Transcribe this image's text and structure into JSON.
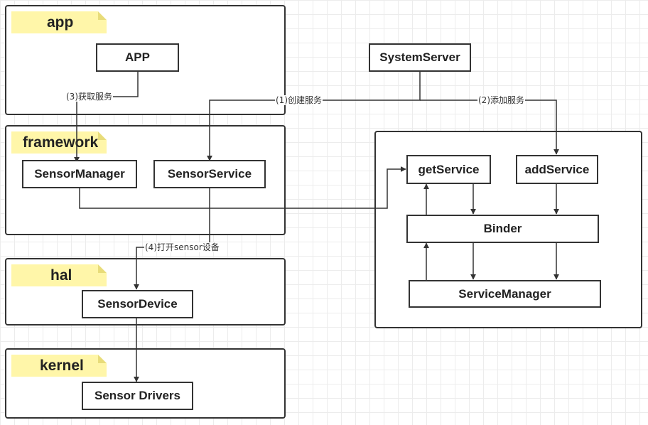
{
  "layers": {
    "app": "app",
    "framework": "framework",
    "hal": "hal",
    "kernel": "kernel"
  },
  "nodes": {
    "app": "APP",
    "system_server": "SystemServer",
    "sensor_manager": "SensorManager",
    "sensor_service": "SensorService",
    "sensor_device": "SensorDevice",
    "sensor_drivers": "Sensor Drivers",
    "get_service": "getService",
    "add_service": "addService",
    "binder": "Binder",
    "service_manager": "ServiceManager"
  },
  "edges": {
    "create_service": "(1)创建服务",
    "add_service": "(2)添加服务",
    "get_service": "(3)获取服务",
    "open_sensor_device": "(4)打开sensor设备"
  },
  "colors": {
    "stroke": "#333333",
    "tag_fill": "#fff6a9",
    "grid": "#ececec"
  }
}
